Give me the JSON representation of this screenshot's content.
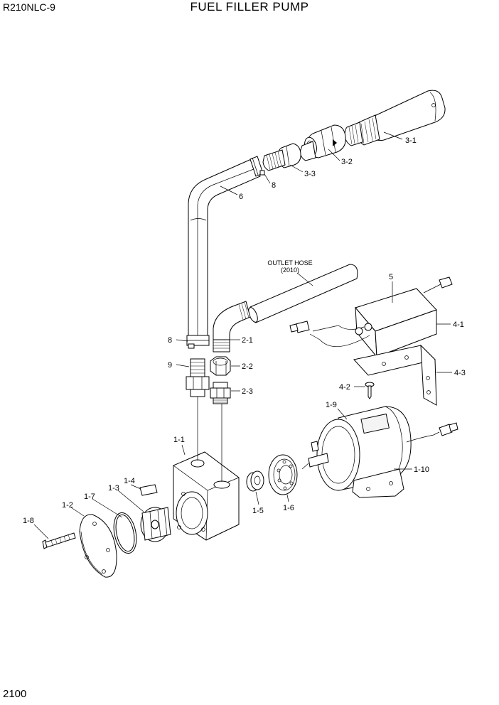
{
  "header": {
    "model": "R210NLC-9",
    "title": "FUEL FILLER PUMP"
  },
  "footer": {
    "page_number": "2100"
  },
  "callouts": {
    "c3_1": "3-1",
    "c3_2": "3-2",
    "c3_3": "3-3",
    "c8_top": "8",
    "c6": "6",
    "c5": "5",
    "c4_1": "4-1",
    "c4_3": "4-3",
    "c4_2": "4-2",
    "c8_bottom": "8",
    "c9": "9",
    "c2_1": "2-1",
    "c2_2": "2-2",
    "c2_3": "2-3",
    "c1_9": "1-9",
    "c1_10": "1-10",
    "c1_1": "1-1",
    "c1_4": "1-4",
    "c1_3": "1-3",
    "c1_7": "1-7",
    "c1_2": "1-2",
    "c1_8": "1-8",
    "c1_5": "1-5",
    "c1_6": "1-6"
  },
  "note": {
    "line1": "OUTLET HOSE",
    "line2": "(2010)"
  }
}
